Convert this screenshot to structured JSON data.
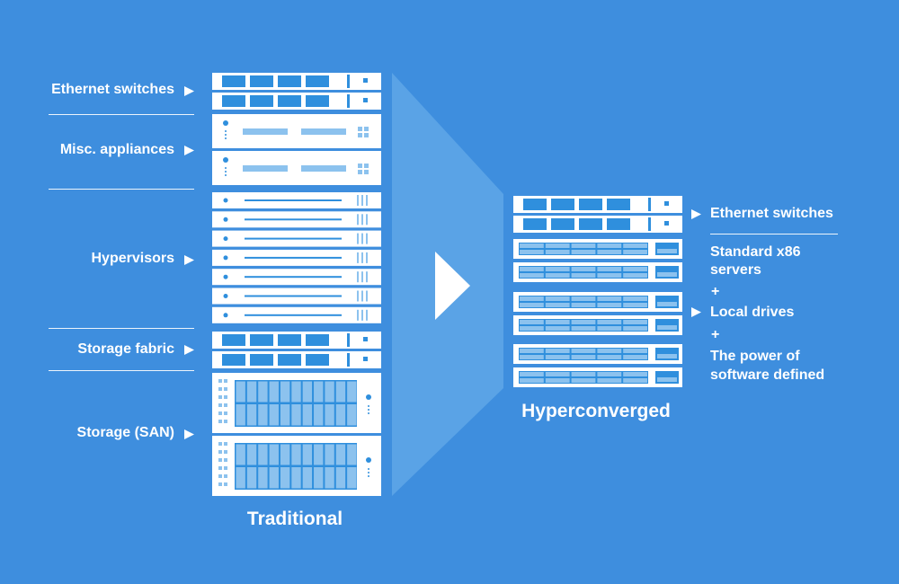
{
  "traditional": {
    "caption": "Traditional",
    "labels": [
      "Ethernet switches",
      "Misc. appliances",
      "Hypervisors",
      "Storage fabric",
      "Storage (SAN)"
    ]
  },
  "hyperconverged": {
    "caption": "Hyperconverged",
    "label_switches": "Ethernet switches",
    "label_servers_line1": "Standard x86",
    "label_servers_line2": "servers",
    "plus1": "+",
    "label_drives": "Local drives",
    "plus2": "+",
    "label_software_line1": "The power of",
    "label_software_line2": "software defined"
  },
  "colors": {
    "background": "#3e8ede",
    "panel": "#ffffff",
    "accent": "#2f8fdd",
    "funnel": "#5aa3e6"
  },
  "icons": [
    "arrow-right-icon",
    "play-arrow-icon"
  ]
}
